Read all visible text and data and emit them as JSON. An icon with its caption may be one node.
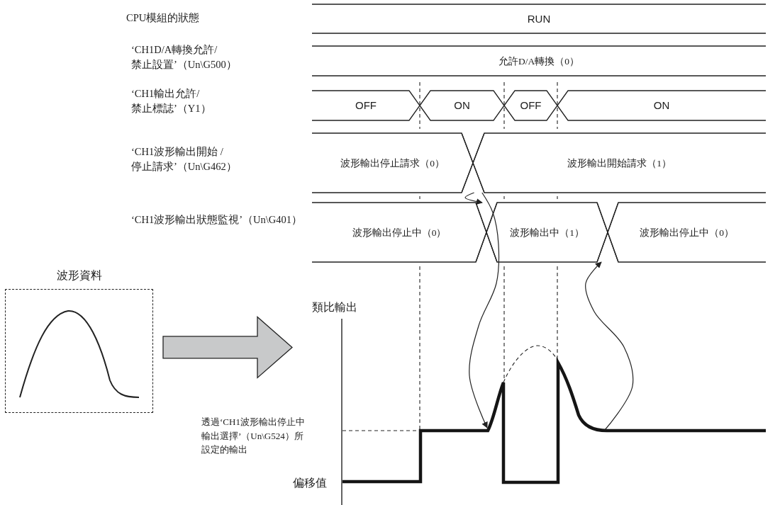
{
  "diagram": {
    "nodes": [
      {
        "text": [
          "RUN"
        ]
      },
      {
        "text": [
          "允許D/A轉換（0）"
        ]
      },
      {
        "text": [
          "OFF"
        ]
      },
      {
        "text": [
          "ON"
        ]
      },
      {
        "text": [
          "OFF"
        ]
      },
      {
        "text": [
          "ON"
        ]
      },
      {
        "text": [
          "波形輸出停止請求（0）"
        ]
      },
      {
        "text": [
          "波形輸出開始請求（1）"
        ]
      },
      {
        "text": [
          "波形輸出停止中（0）"
        ]
      },
      {
        "text": [
          "波形輸出中（1）"
        ]
      },
      {
        "text": [
          "波形輸出停止中（0）"
        ]
      },
      {
        "text": [
          "波形資料"
        ]
      },
      {
        "text": [],
        "shape": "cross"
      },
      {
        "text": [],
        "shape": "cross"
      },
      {
        "text": [],
        "shape": "cross"
      }
    ],
    "edges": [
      {
        "from": 12,
        "to": 13,
        "arrow": "to"
      },
      {
        "from": 12,
        "to": null,
        "arrow": "to"
      },
      {
        "from": null,
        "to": 14,
        "arrow": "to"
      },
      {
        "from": 11,
        "to": null,
        "arrow": "to",
        "style": "thick",
        "color": "#c8c9ca"
      }
    ],
    "labels": [
      "CPU模組的狀態",
      "‘CH1D/A轉換允許/禁止設置’（Un\\G500）",
      "‘CH1輸出允許/禁止標誌’（Y1）",
      "‘CH1波形輸出開始 / 停止請求’（Un\\G462）",
      "‘CH1波形輸出狀態監視’（Un\\G401）",
      "類比輸出",
      "透過‘CH1波形輸出停止中輸出選擇’（Un\\G524）所設定的輸出",
      "偏移值"
    ]
  }
}
